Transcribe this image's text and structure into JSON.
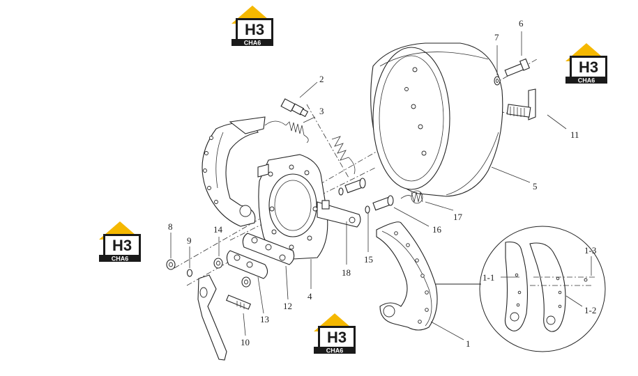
{
  "logos": [
    {
      "mark": "H3",
      "sub": "CHA6"
    },
    {
      "mark": "H3",
      "sub": "CHA6"
    },
    {
      "mark": "H3",
      "sub": "CHA6"
    },
    {
      "mark": "H3",
      "sub": "CHA6"
    }
  ],
  "labels": {
    "p1": "1",
    "p2": "2",
    "p3": "3",
    "p4": "4",
    "p5": "5",
    "p6": "6",
    "p7": "7",
    "p8": "8",
    "p9": "9",
    "p10": "10",
    "p11": "11",
    "p12": "12",
    "p13": "13",
    "p14": "14",
    "p15": "15",
    "p16": "16",
    "p17": "17",
    "p18": "18",
    "p1_1": "1-1",
    "p1_2": "1-2",
    "p1_3": "1-3"
  },
  "colors": {
    "logo_yellow": "#f5b800",
    "logo_dark": "#1a1a1a",
    "line": "#222222"
  }
}
